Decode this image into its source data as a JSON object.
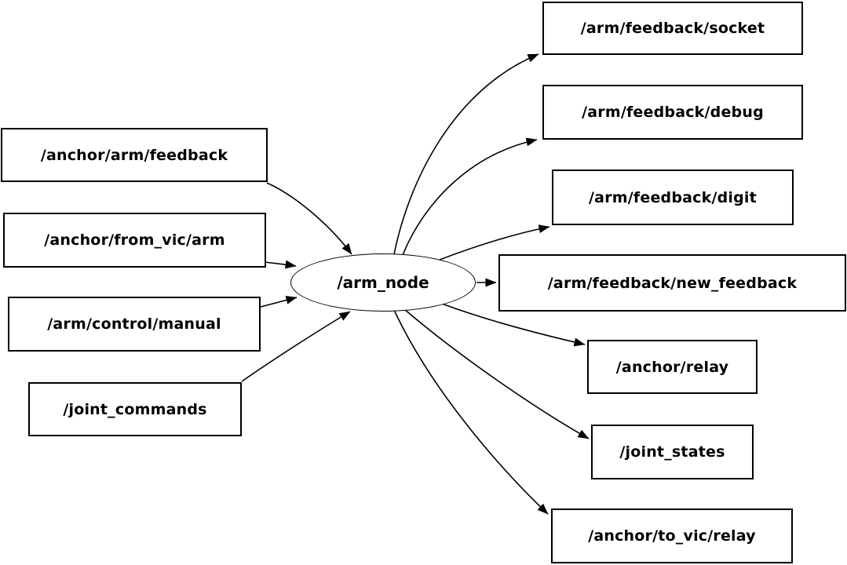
{
  "diagram": {
    "type": "ros-node-graph",
    "colors": {
      "background": "#ffffff",
      "node_border": "#000000",
      "edge": "#000000",
      "text": "#000000"
    },
    "center_node": {
      "label": "/arm_node",
      "shape": "ellipse"
    },
    "input_topics": [
      {
        "label": "/anchor/arm/feedback",
        "shape": "box"
      },
      {
        "label": "/anchor/from_vic/arm",
        "shape": "box"
      },
      {
        "label": "/arm/control/manual",
        "shape": "box"
      },
      {
        "label": "/joint_commands",
        "shape": "box"
      }
    ],
    "output_topics": [
      {
        "label": "/arm/feedback/socket",
        "shape": "box"
      },
      {
        "label": "/arm/feedback/debug",
        "shape": "box"
      },
      {
        "label": "/arm/feedback/digit",
        "shape": "box"
      },
      {
        "label": "/arm/feedback/new_feedback",
        "shape": "box"
      },
      {
        "label": "/anchor/relay",
        "shape": "box"
      },
      {
        "label": "/joint_states",
        "shape": "box"
      },
      {
        "label": "/anchor/to_vic/relay",
        "shape": "box"
      }
    ],
    "edges": [
      {
        "from": "/anchor/arm/feedback",
        "to": "/arm_node"
      },
      {
        "from": "/anchor/from_vic/arm",
        "to": "/arm_node"
      },
      {
        "from": "/arm/control/manual",
        "to": "/arm_node"
      },
      {
        "from": "/joint_commands",
        "to": "/arm_node"
      },
      {
        "from": "/arm_node",
        "to": "/arm/feedback/socket"
      },
      {
        "from": "/arm_node",
        "to": "/arm/feedback/debug"
      },
      {
        "from": "/arm_node",
        "to": "/arm/feedback/digit"
      },
      {
        "from": "/arm_node",
        "to": "/arm/feedback/new_feedback"
      },
      {
        "from": "/arm_node",
        "to": "/anchor/relay"
      },
      {
        "from": "/arm_node",
        "to": "/joint_states"
      },
      {
        "from": "/arm_node",
        "to": "/anchor/to_vic/relay"
      }
    ]
  }
}
